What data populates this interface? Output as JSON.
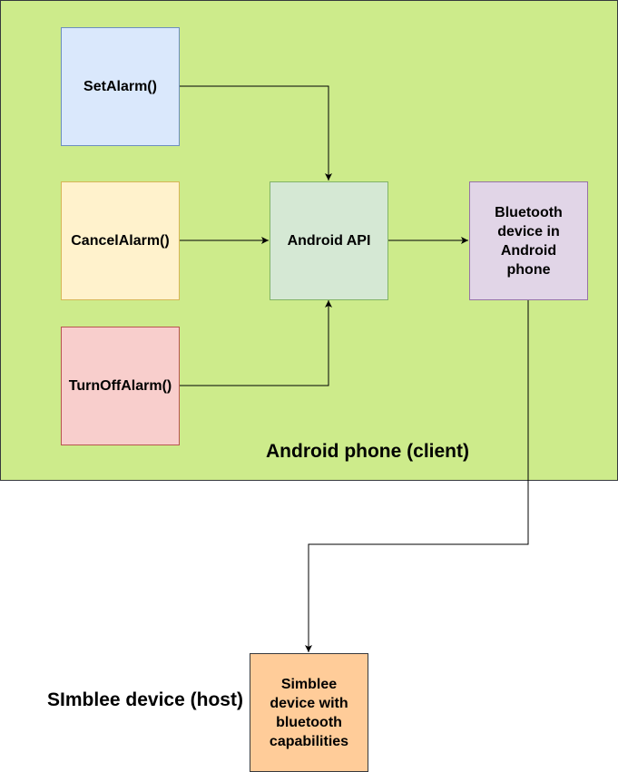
{
  "regions": {
    "phone": {
      "label": "Android phone (client)",
      "fill": "#cdeb8b",
      "border": "#36393d"
    },
    "host": {
      "label": "SImblee device (host)"
    }
  },
  "nodes": {
    "set_alarm": {
      "label": "SetAlarm()",
      "fill": "#dae8fc",
      "border": "#6c8ebf"
    },
    "cancel_alarm": {
      "label": "CancelAlarm()",
      "fill": "#fff2cc",
      "border": "#d6b656"
    },
    "turn_off_alarm": {
      "label": "TurnOffAlarm()",
      "fill": "#f8cecc",
      "border": "#b85450"
    },
    "android_api": {
      "label": "Android API",
      "fill": "#d5e8d4",
      "border": "#82b366"
    },
    "bluetooth_phone": {
      "label": "Bluetooth device in Android phone",
      "fill": "#e1d5e7",
      "border": "#9673a6"
    },
    "simblee": {
      "label": "Simblee device with bluetooth capabilities",
      "fill": "#ffcc99",
      "border": "#36393d"
    }
  },
  "edges": [
    {
      "from": "set_alarm",
      "to": "android_api"
    },
    {
      "from": "cancel_alarm",
      "to": "android_api"
    },
    {
      "from": "turn_off_alarm",
      "to": "android_api"
    },
    {
      "from": "android_api",
      "to": "bluetooth_phone"
    },
    {
      "from": "bluetooth_phone",
      "to": "simblee"
    }
  ]
}
